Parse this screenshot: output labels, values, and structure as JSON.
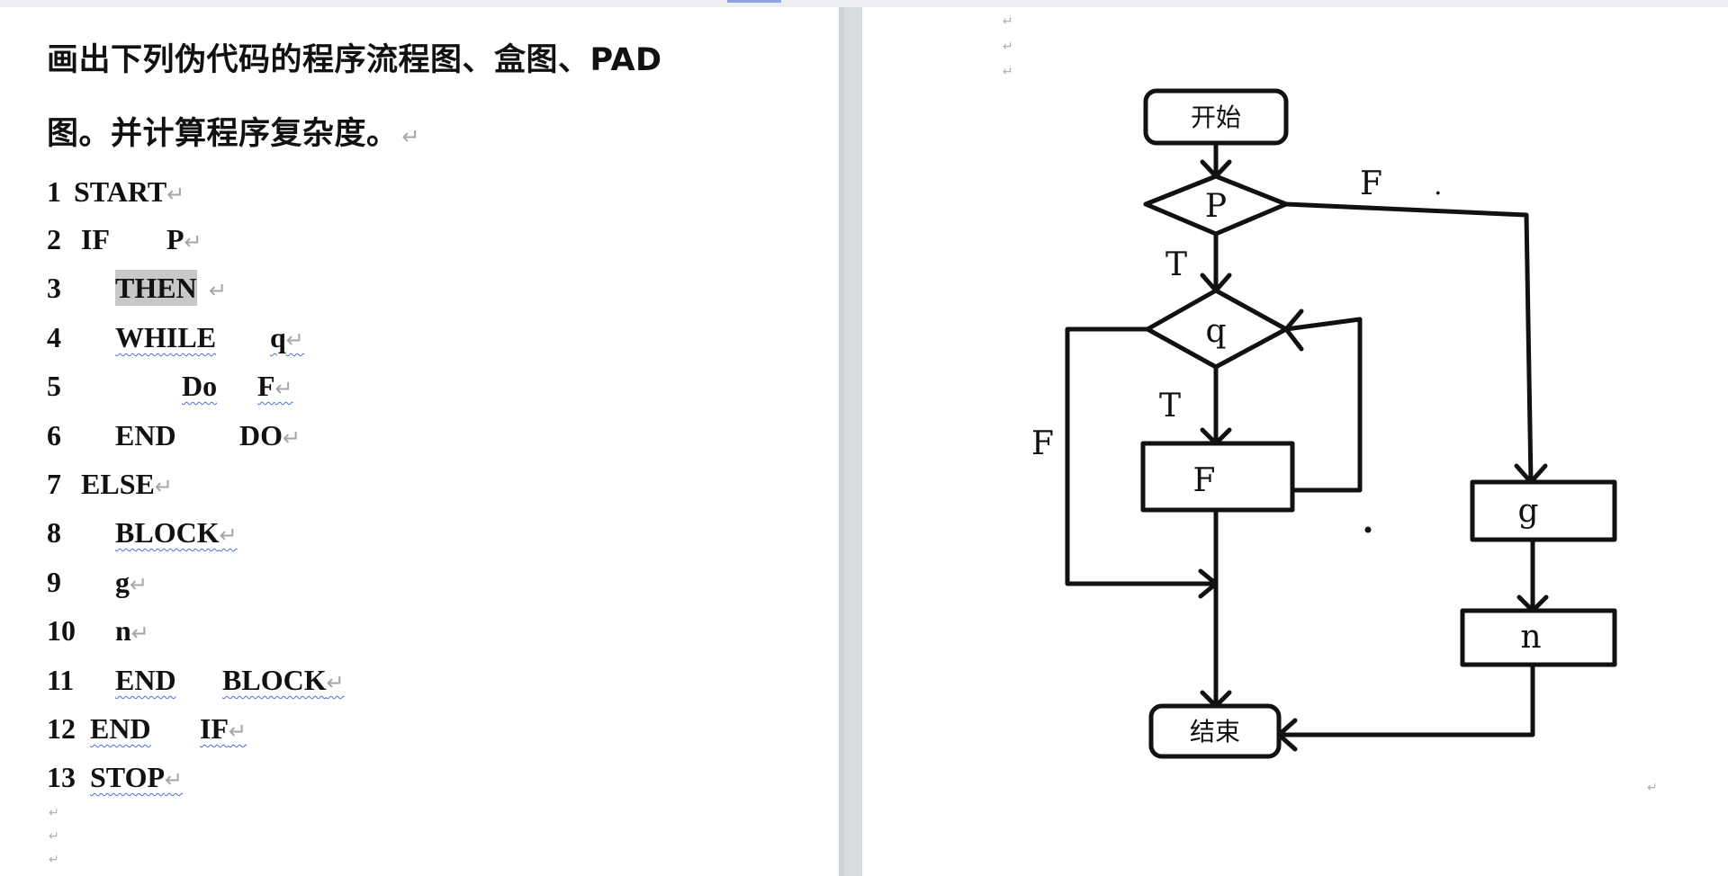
{
  "document": {
    "title_line1": "画出下列伪代码的程序流程图、盒图、PAD",
    "title_line2": "图。并计算程序复杂度。",
    "return_mark": "↵",
    "code_lines": [
      {
        "num": "1",
        "text": "START"
      },
      {
        "num": "2",
        "text": "IF",
        "text2": "P"
      },
      {
        "num": "3",
        "text": "THEN"
      },
      {
        "num": "4",
        "text": "WHILE",
        "text2": "q"
      },
      {
        "num": "5",
        "text": "Do",
        "text2": "F"
      },
      {
        "num": "6",
        "text": "END",
        "text2": "DO"
      },
      {
        "num": "7",
        "text": "ELSE"
      },
      {
        "num": "8",
        "text": "BLOCK"
      },
      {
        "num": "9",
        "text": "g"
      },
      {
        "num": "10",
        "text": "n"
      },
      {
        "num": "11",
        "text": "END",
        "text2": "BLOCK"
      },
      {
        "num": "12",
        "text": "END",
        "text2": "IF"
      },
      {
        "num": "13",
        "text": "STOP"
      }
    ]
  },
  "flowchart": {
    "start_label": "开始",
    "end_label": "结束",
    "decision_p": "P",
    "decision_q": "q",
    "box_f": "F",
    "box_g": "g",
    "box_n": "n",
    "label_p_true": "T",
    "label_p_false": "F",
    "label_q_true": "T",
    "label_q_false": "F",
    "stray_dot": "."
  },
  "colors": {
    "ink": "#111111",
    "paragraph_mark": "#a6a6a6",
    "spell_underline": "#4a6fd1",
    "selection": "#c8c8c8"
  }
}
